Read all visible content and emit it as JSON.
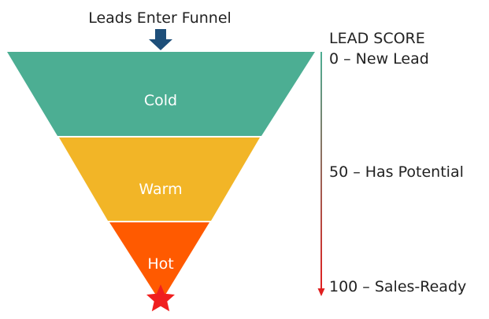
{
  "entry": {
    "label": "Leads Enter Funnel",
    "arrow_icon": "down-arrow-icon",
    "arrow_color": "#1e4f7a"
  },
  "funnel": {
    "stages": [
      {
        "label": "Cold",
        "color": "#4cae93"
      },
      {
        "label": "Warm",
        "color": "#f2b527"
      },
      {
        "label": "Hot",
        "color": "#ff5a00"
      }
    ],
    "end_icon": "star-icon",
    "end_color": "#f01f1f"
  },
  "score_scale": {
    "title": "LEAD SCORE",
    "levels": [
      {
        "label": "0 – New Lead"
      },
      {
        "label": "50 – Has Potential"
      },
      {
        "label": "100 – Sales-Ready"
      }
    ],
    "gradient_start": "#4cae93",
    "gradient_end": "#e02020"
  }
}
